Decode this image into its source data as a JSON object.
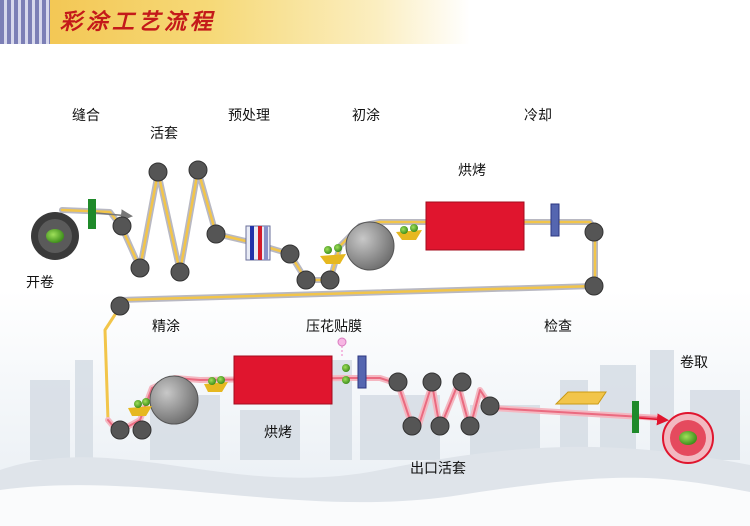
{
  "title": "彩涂工艺流程",
  "labels": {
    "seam": "缝合",
    "accumulator": "活套",
    "pretreatment": "预处理",
    "primer": "初涂",
    "cooling": "冷却",
    "oven_top": "烘烤",
    "uncoil": "开卷",
    "finish_coat": "精涂",
    "emboss_film": "压花贴膜",
    "inspection": "检查",
    "recoil": "卷取",
    "oven_bottom": "烘烤",
    "exit_accumulator": "出口活套"
  },
  "colors": {
    "title_text": "#c41a1a",
    "oven": "#e0152e",
    "strip_top": "#f2c54a",
    "strip_bottom": "#ea6a80",
    "roller": "#555555",
    "coater": "#8d8d8d",
    "green_mark": "#1f8a2a",
    "chemical_green": "#5da62c"
  }
}
